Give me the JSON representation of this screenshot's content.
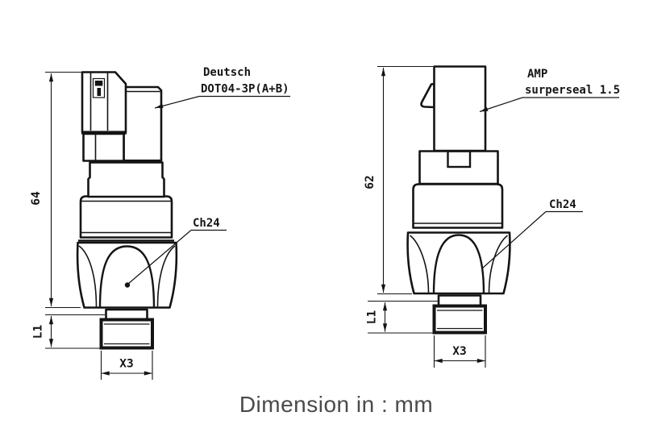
{
  "caption": "Dimension in : mm",
  "colors": {
    "line": "#141414",
    "caption_text": "#4a4a4a",
    "background": "#ffffff"
  },
  "left_figure": {
    "connector_name": "Deutsch",
    "connector_type": "DOT04-3P(A+B)",
    "overall_height": "64",
    "hex_size": "Ch24",
    "thread_length": "L1",
    "thread_size": "X3"
  },
  "right_figure": {
    "connector_name": "AMP",
    "connector_type": "surperseal 1.5",
    "overall_height": "62",
    "hex_size": "Ch24",
    "thread_length": "L1",
    "thread_size": "X3"
  }
}
